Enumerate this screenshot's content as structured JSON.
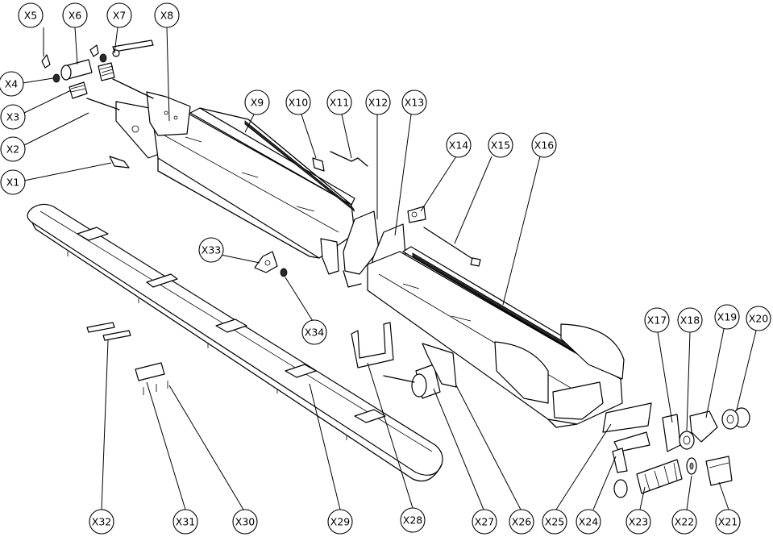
{
  "callouts": {
    "X1": "X1",
    "X2": "X2",
    "X3": "X3",
    "X4": "X4",
    "X5": "X5",
    "X6": "X6",
    "X7": "X7",
    "X8": "X8",
    "X9": "X9",
    "X10": "X10",
    "X11": "X11",
    "X12": "X12",
    "X13": "X13",
    "X14": "X14",
    "X15": "X15",
    "X16": "X16",
    "X17": "X17",
    "X18": "X18",
    "X19": "X19",
    "X20": "X20",
    "X21": "X21",
    "X22": "X22",
    "X23": "X23",
    "X24": "X24",
    "X25": "X25",
    "X26": "X26",
    "X27": "X27",
    "X28": "X28",
    "X29": "X29",
    "X30": "X30",
    "X31": "X31",
    "X32": "X32",
    "X33": "X33",
    "X34": "X34"
  },
  "colors": {
    "line": "#000000",
    "background": "#ffffff"
  }
}
